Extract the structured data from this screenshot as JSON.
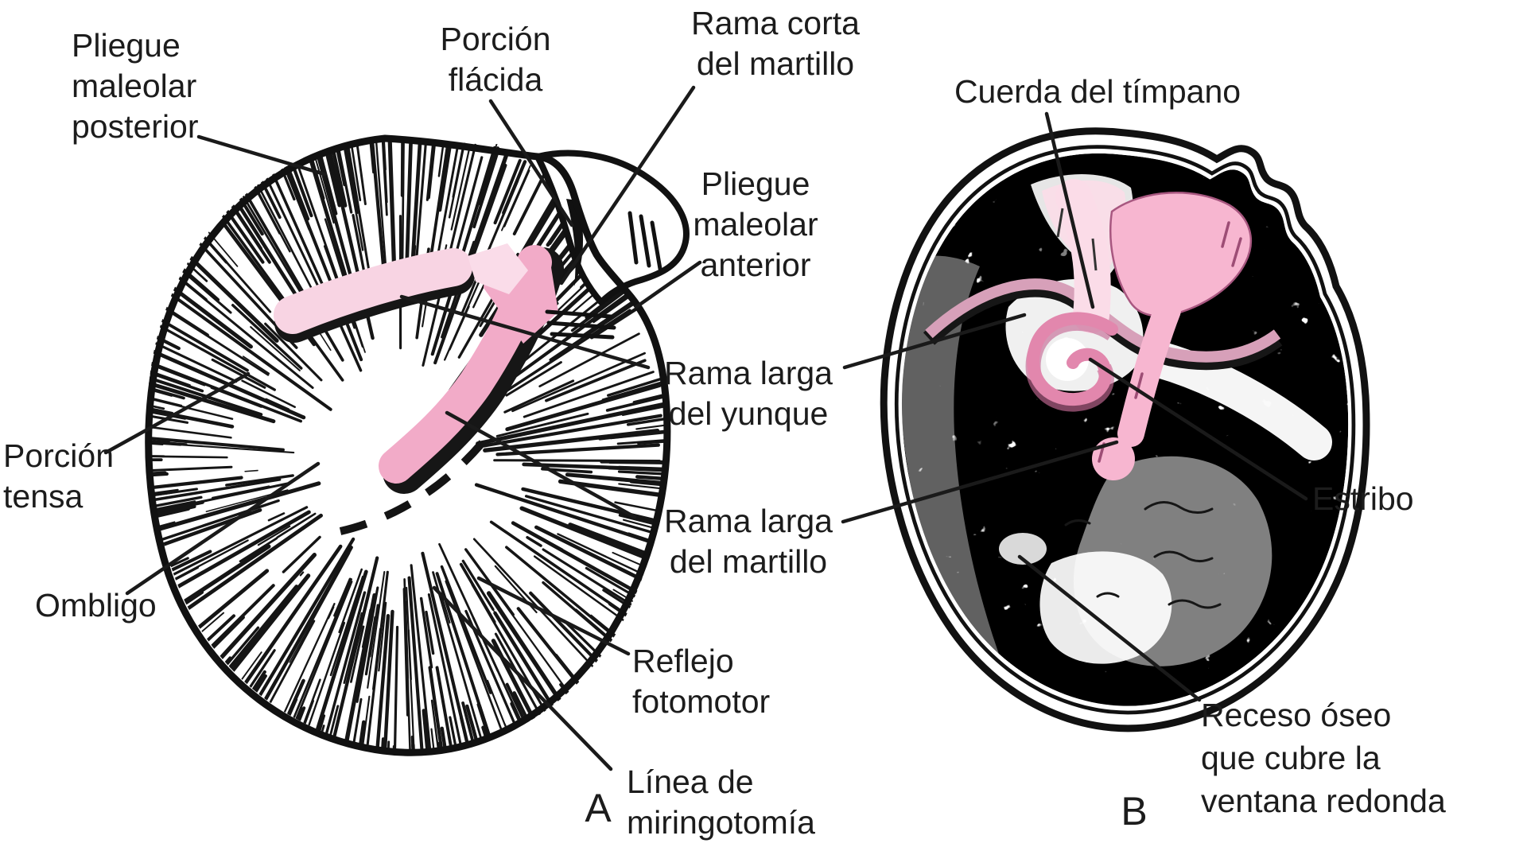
{
  "figure": {
    "description": "Tympanic membrane (A) and middle ear after removal of the membrane (B)",
    "panel_a_letter": "A",
    "panel_b_letter": "B"
  },
  "labels": {
    "pliegue_maleolar_posterior": [
      "Pliegue",
      "maleolar",
      "posterior"
    ],
    "porcion_flacida": [
      "Porción",
      "flácida"
    ],
    "rama_corta_martillo": [
      "Rama corta",
      "del martillo"
    ],
    "pliegue_maleolar_anterior": [
      "Pliegue",
      "maleolar",
      "anterior"
    ],
    "cuerda_timpano": [
      "Cuerda del tímpano"
    ],
    "rama_larga_yunque": [
      "Rama larga",
      "del yunque"
    ],
    "rama_larga_martillo": [
      "Rama larga",
      "del martillo"
    ],
    "porcion_tensa": [
      "Porción",
      "tensa"
    ],
    "ombligo": [
      "Ombligo"
    ],
    "reflejo_fotomotor": [
      "Reflejo",
      "fotomotor"
    ],
    "linea_miringotomia": [
      "Línea de",
      "miringotomía"
    ],
    "estribo": [
      "Estribo"
    ],
    "receso_oseo": [
      "Receso óseo",
      "que cubre la",
      "ventana redonda"
    ]
  },
  "colors": {
    "ink": "#1a1a1a",
    "pink_malleus_a": "#F2ABC8",
    "pink_incus_a": "#F8D4E3",
    "pink_flaccida": "#FADCE9",
    "pink_malleus_b": "#F7B6D0",
    "pink_incus_b": "#FBDCE8",
    "pink_stapes": "#E287AD",
    "pink_chorda": "#D7A0B9",
    "grey_patch": "#D7D7D7"
  }
}
